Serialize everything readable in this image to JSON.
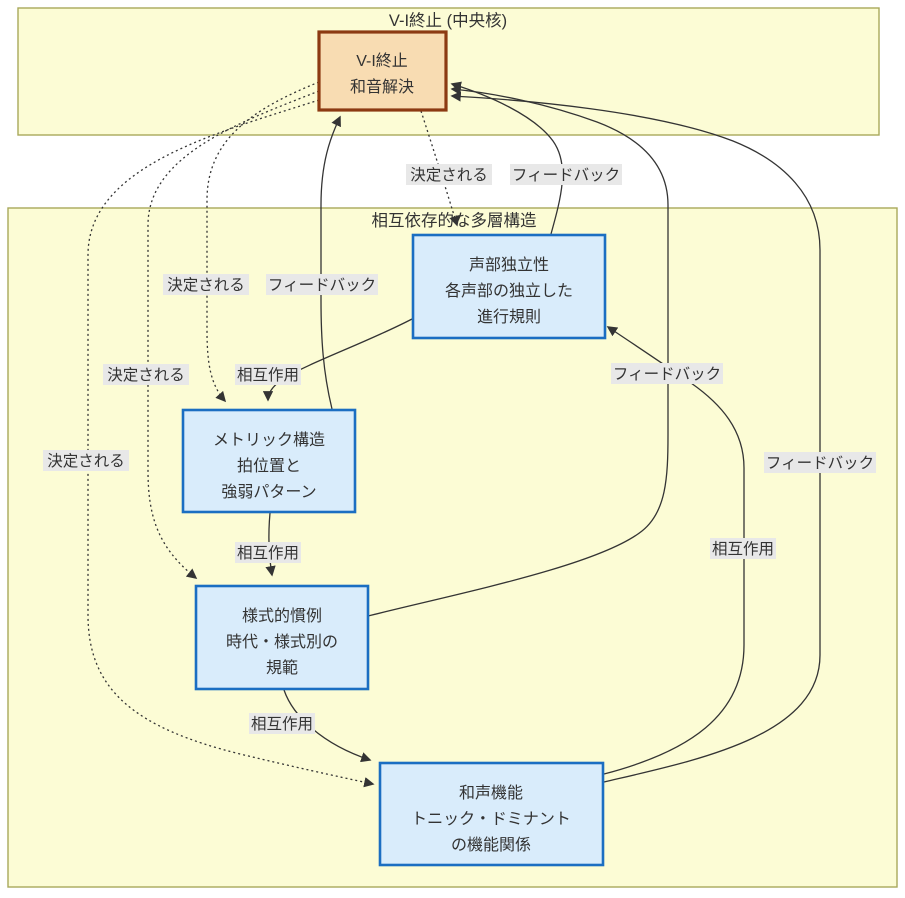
{
  "diagram": {
    "type": "flowchart",
    "clusters": {
      "core": {
        "title": "V-I終止 (中央核)"
      },
      "layers": {
        "title": "相互依存的な多層構造"
      }
    },
    "nodes": {
      "cadence": {
        "lines": [
          "V-I終止",
          "和音解決"
        ]
      },
      "voice": {
        "lines": [
          "声部独立性",
          "各声部の独立した",
          "進行規則"
        ]
      },
      "metric": {
        "lines": [
          "メトリック構造",
          "拍位置と",
          "強弱パターン"
        ]
      },
      "style": {
        "lines": [
          "様式的慣例",
          "時代・様式別の",
          "規範"
        ]
      },
      "harmony": {
        "lines": [
          "和声機能",
          "トニック・ドミナント",
          "の機能関係"
        ]
      }
    },
    "edge_labels": {
      "decided": "決定される",
      "feedback": "フィードバック",
      "interaction": "相互作用"
    },
    "edges": [
      {
        "from": "cadence",
        "to": "voice",
        "label": "決定される",
        "style": "dotted"
      },
      {
        "from": "cadence",
        "to": "metric",
        "label": "決定される",
        "style": "dotted"
      },
      {
        "from": "cadence",
        "to": "style",
        "label": "決定される",
        "style": "dotted"
      },
      {
        "from": "cadence",
        "to": "harmony",
        "label": "決定される",
        "style": "dotted"
      },
      {
        "from": "voice",
        "to": "cadence",
        "label": "フィードバック",
        "style": "solid"
      },
      {
        "from": "metric",
        "to": "cadence",
        "label": "フィードバック",
        "style": "solid"
      },
      {
        "from": "style",
        "to": "cadence",
        "label": "フィードバック",
        "style": "solid"
      },
      {
        "from": "harmony",
        "to": "cadence",
        "label": "フィードバック",
        "style": "solid"
      },
      {
        "from": "voice",
        "to": "metric",
        "label": "相互作用",
        "style": "solid"
      },
      {
        "from": "metric",
        "to": "style",
        "label": "相互作用",
        "style": "solid"
      },
      {
        "from": "style",
        "to": "harmony",
        "label": "相互作用",
        "style": "solid"
      },
      {
        "from": "harmony",
        "to": "voice",
        "label": "相互作用",
        "style": "solid"
      }
    ],
    "colors": {
      "cluster_fill": "#FCFCD5",
      "cluster_border": "#A9A95A",
      "core_node_fill": "#F8DCB2",
      "core_node_border": "#8C3A12",
      "node_fill": "#D9ECFB",
      "node_border": "#1B6EC2",
      "edge": "#343434",
      "edge_label_bg": "#E8E8E8",
      "text": "#333333"
    }
  }
}
